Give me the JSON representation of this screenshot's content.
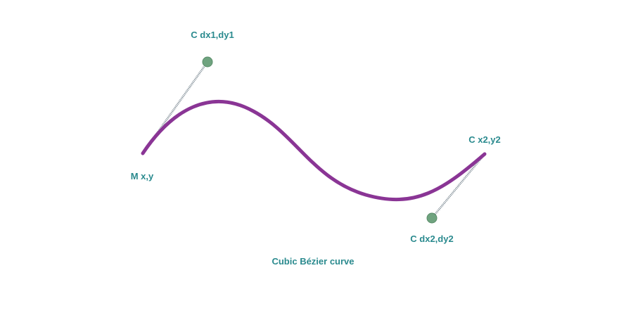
{
  "labels": {
    "control1": "C dx1,dy1",
    "start": "M x,y",
    "end": "C x2,y2",
    "control2": "C dx2,dy2",
    "caption": "Cubic Bézier curve"
  },
  "colors": {
    "curve": "#8a3595",
    "handle_line": "#7f8c95",
    "control_point": "#6fa37f",
    "control_point_stroke": "#5a8d6a",
    "label_text": "#2a8a8e"
  },
  "icons": {
    "control_point": "filled-circle"
  }
}
